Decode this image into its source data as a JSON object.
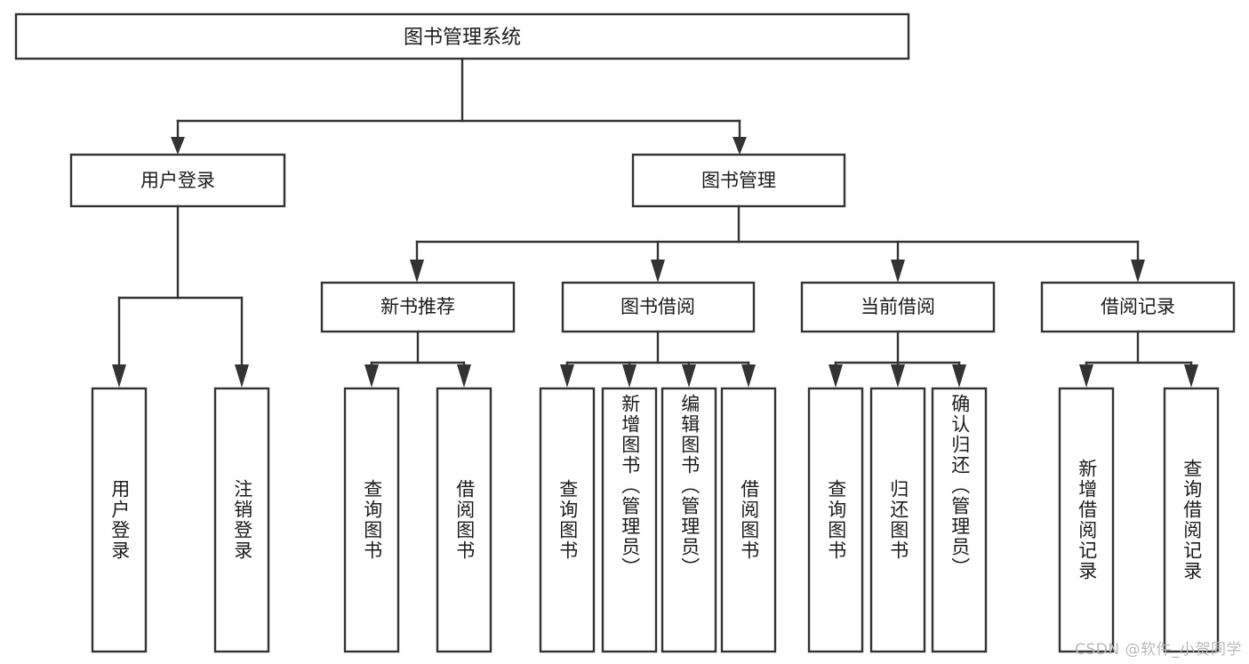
{
  "diagram": {
    "type": "tree",
    "title": "图书管理系统",
    "watermark": "CSDN @软件_小贺同学",
    "colors": {
      "box_stroke": "#333333",
      "box_fill": "#ffffff",
      "text": "#1b1b1b",
      "watermark": "#b9b9b9",
      "background": "#ffffff"
    },
    "root": {
      "label": "图书管理系统"
    },
    "level2": [
      {
        "label": "用户登录"
      },
      {
        "label": "图书管理"
      }
    ],
    "level3": [
      {
        "label": "新书推荐"
      },
      {
        "label": "图书借阅"
      },
      {
        "label": "当前借阅"
      },
      {
        "label": "借阅记录"
      }
    ],
    "leaves": {
      "user_login": [
        {
          "label": "用户登录"
        },
        {
          "label": "注销登录"
        }
      ],
      "new_book_recommend": [
        {
          "label": "查询图书"
        },
        {
          "label": "借阅图书"
        }
      ],
      "book_borrow": [
        {
          "label": "查询图书"
        },
        {
          "label": "新增图书（管理员）"
        },
        {
          "label": "编辑图书（管理员）"
        },
        {
          "label": "借阅图书"
        }
      ],
      "current_borrow": [
        {
          "label": "查询图书"
        },
        {
          "label": "归还图书"
        },
        {
          "label": "确认归还（管理员）"
        }
      ],
      "borrow_record": [
        {
          "label": "新增借阅记录"
        },
        {
          "label": "查询借阅记录"
        }
      ]
    }
  }
}
